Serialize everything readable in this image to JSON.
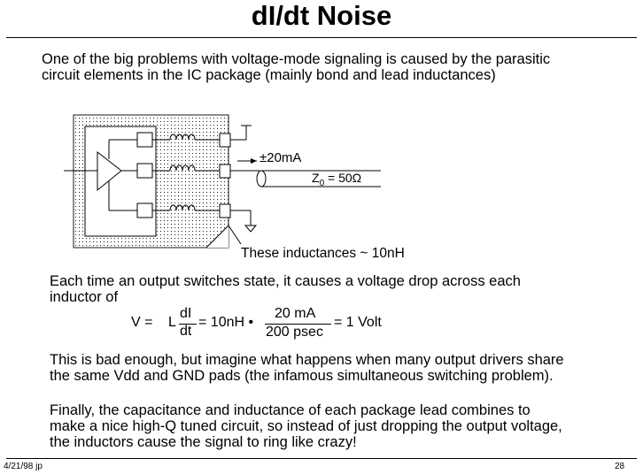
{
  "title": "dI/dt Noise",
  "intro": [
    "One of the big problems with voltage-mode signaling is caused by the parasitic",
    "circuit elements in the IC package (mainly bond and lead inductances)"
  ],
  "diagram": {
    "current_label": "±20mA",
    "impedance_z": "Z",
    "impedance_sub": "0",
    "impedance_val": "= 50Ω",
    "caption": "These inductances ~ 10nH"
  },
  "para1": [
    "Each time an output switches state, it causes a voltage drop across each",
    "inductor of"
  ],
  "equation": {
    "v": "V =",
    "l": "L",
    "dI": "dI",
    "dt": "dt",
    "eq1": "= 10nH •",
    "num": "20 mA",
    "den": "200 psec",
    "result": "= 1 Volt"
  },
  "para2": [
    "This is bad enough, but imagine what happens when many output drivers share",
    "the same Vdd and GND pads (the infamous simultaneous switching problem)."
  ],
  "para3": [
    "Finally, the capacitance and inductance of each package lead combines to",
    "make a nice high-Q tuned circuit, so instead of just dropping the output voltage,",
    "the inductors cause the signal to ring like crazy!"
  ],
  "footer": {
    "left": "4/21/98 jp",
    "right": "28"
  }
}
